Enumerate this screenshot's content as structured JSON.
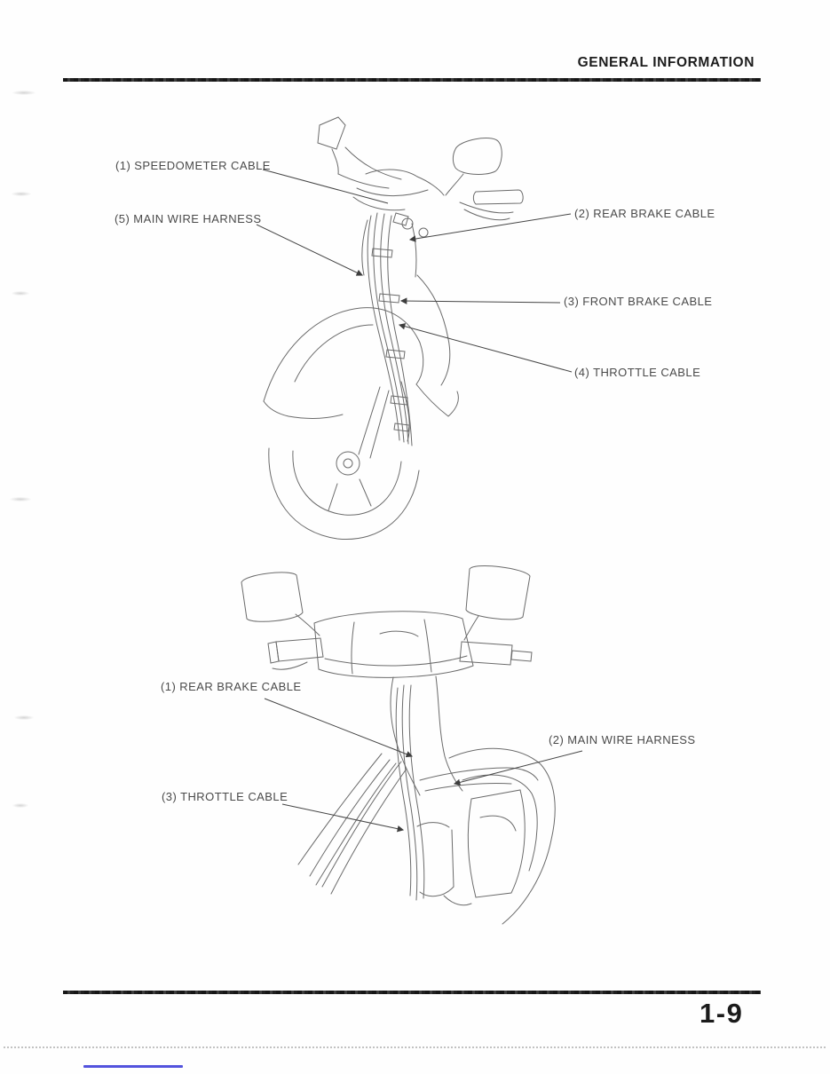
{
  "page": {
    "header_title": "GENERAL INFORMATION",
    "page_number": "1-9"
  },
  "diagram1": {
    "description": "cable-routing-front-view",
    "labels": [
      "(1) SPEEDOMETER CABLE",
      "(5) MAIN WIRE HARNESS",
      "(2) REAR BRAKE CABLE",
      "(3) FRONT BRAKE CABLE",
      "(4) THROTTLE CABLE"
    ]
  },
  "diagram2": {
    "description": "cable-routing-rear-view",
    "labels": [
      "(1) REAR BRAKE CABLE",
      "(2) MAIN WIRE HARNESS",
      "(3) THROTTLE CABLE"
    ]
  },
  "colors": {
    "ink": "#1d1d1d",
    "label_text": "#4a4a4a",
    "line_art": "#6b6b6b",
    "accent_blue": "#5353dd"
  }
}
